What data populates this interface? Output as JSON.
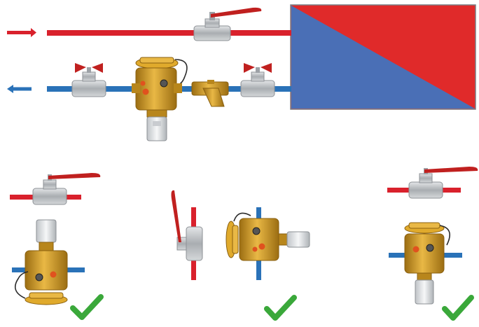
{
  "colors": {
    "supply": "#d9212c",
    "return": "#2a72b8",
    "brass": "#c99321",
    "brass_dark": "#9b6d12",
    "steel": "#b9bdc1",
    "actuator": "#e8eaec",
    "check": "#3aa83a",
    "exchanger_red": "#e02a2a",
    "exchanger_blue": "#4a6fb6"
  },
  "icons": {
    "supply_arrow": "arrow-right-icon",
    "return_arrow": "arrow-left-icon",
    "ok": "check-icon"
  },
  "installations": [
    {
      "orientation": "vertical-actuator-up",
      "status": "correct"
    },
    {
      "orientation": "horizontal-actuator-side",
      "status": "correct"
    },
    {
      "orientation": "vertical-actuator-down",
      "status": "correct"
    }
  ]
}
